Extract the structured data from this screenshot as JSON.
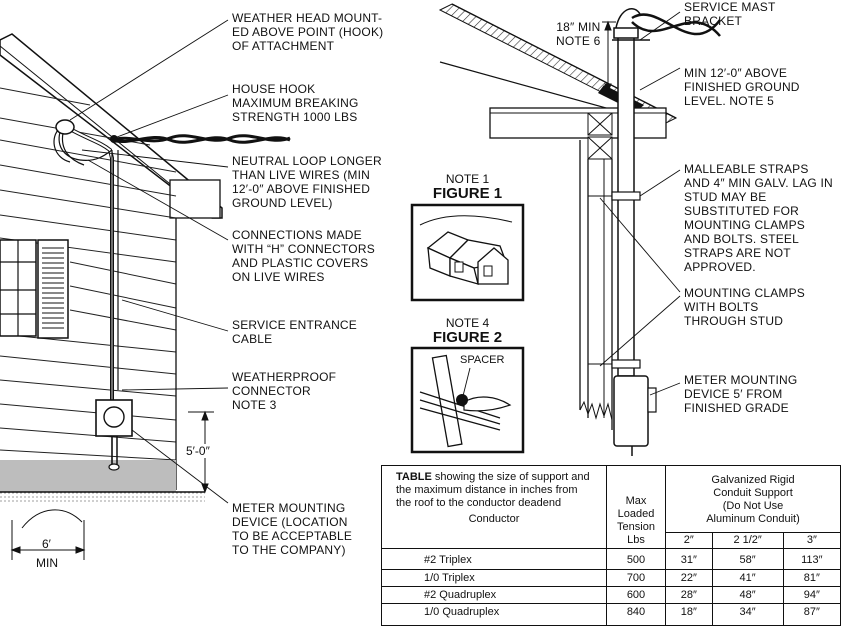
{
  "left_labels": {
    "weather_head": "WEATHER HEAD MOUNT-\nED ABOVE POINT (HOOK)\nOF ATTACHMENT",
    "house_hook": "HOUSE HOOK\nMAXIMUM BREAKING\nSTRENGTH 1000 LBS",
    "neutral_loop": "NEUTRAL LOOP LONGER\nTHAN LIVE WIRES (MIN\n12′-0″ ABOVE FINISHED\nGROUND LEVEL)",
    "connections": "CONNECTIONS MADE\nWITH “H” CONNECTORS\nAND PLASTIC COVERS\nON LIVE WIRES",
    "service_cable": "SERVICE ENTRANCE\nCABLE",
    "weatherproof": "WEATHERPROOF\nCONNECTOR\nNOTE 3",
    "meter_device": "METER MOUNTING\nDEVICE (LOCATION\nTO BE ACCEPTABLE\nTO THE COMPANY)",
    "dim_5ft": "5′-0″",
    "dim_6ft": "6′",
    "dim_min": "MIN"
  },
  "figures": {
    "note1": "NOTE 1",
    "figure1": "FIGURE 1",
    "note4": "NOTE 4",
    "figure2": "FIGURE 2",
    "spacer": "SPACER"
  },
  "right_labels": {
    "dim_18": "18″ MIN\nNOTE 6",
    "mast_bracket": "SERVICE MAST\nBRACKET",
    "min_12": "MIN 12′-0″ ABOVE\nFINISHED GROUND\nLEVEL.  NOTE 5",
    "straps": "MALLEABLE STRAPS\nAND 4″ MIN GALV. LAG IN\nSTUD MAY BE\nSUBSTITUTED FOR\nMOUNTING CLAMPS\nAND BOLTS.  STEEL\nSTRAPS ARE NOT\nAPPROVED.",
    "clamps": "MOUNTING CLAMPS\nWITH BOLTS\nTHROUGH STUD",
    "meter5": "METER MOUNTING\nDEVICE 5′ FROM\nFINISHED GRADE"
  },
  "table": {
    "caption_bold": "TABLE",
    "caption_rest": " showing the size of support and the maximum distance in inches from the roof to the conductor deadend",
    "conductor_header": "Conductor",
    "tension_header": "Max\nLoaded\nTension\nLbs",
    "conduit_header": "Galvanized Rigid\nConduit Support\n(Do Not Use\nAluminum Conduit)",
    "sizes": [
      "2″",
      "2 1/2″",
      "3″"
    ],
    "rows": [
      {
        "name": "#2 Triplex",
        "tension": "500",
        "v2": "31″",
        "v25": "58″",
        "v3": "113″"
      },
      {
        "name": "1/0 Triplex",
        "tension": "700",
        "v2": "22″",
        "v25": "41″",
        "v3": "81″"
      },
      {
        "name": "#2 Quadruplex",
        "tension": "600",
        "v2": "28″",
        "v25": "48″",
        "v3": "94″"
      },
      {
        "name": "1/0 Quadruplex",
        "tension": "840",
        "v2": "18″",
        "v25": "34″",
        "v3": "87″"
      }
    ]
  }
}
